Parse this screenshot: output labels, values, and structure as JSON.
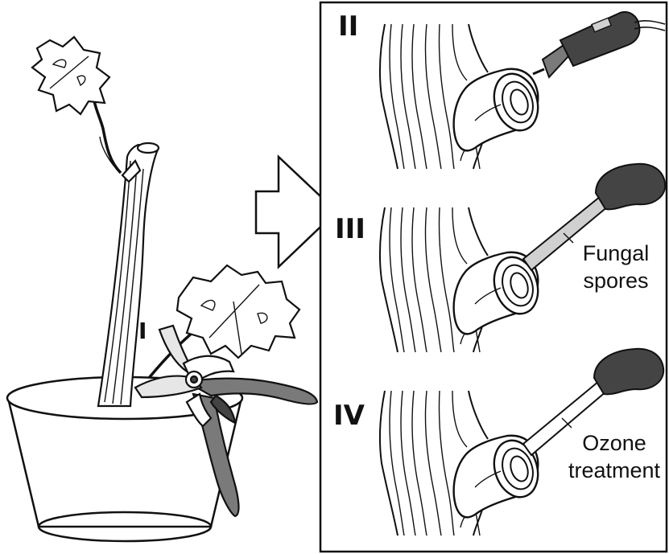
{
  "steps": {
    "step1": {
      "label": "I"
    },
    "step2": {
      "label": "II"
    },
    "step3": {
      "label": "III",
      "caption_line1": "Fungal",
      "caption_line2": "spores"
    },
    "step4": {
      "label": "IV",
      "caption_line1": "Ozone",
      "caption_line2": "treatment"
    }
  },
  "colors": {
    "line": "#111111",
    "dark_fill": "#444444",
    "mid_fill": "#7a7a7a",
    "light_fill": "#d0d0d0",
    "background": "#ffffff"
  }
}
